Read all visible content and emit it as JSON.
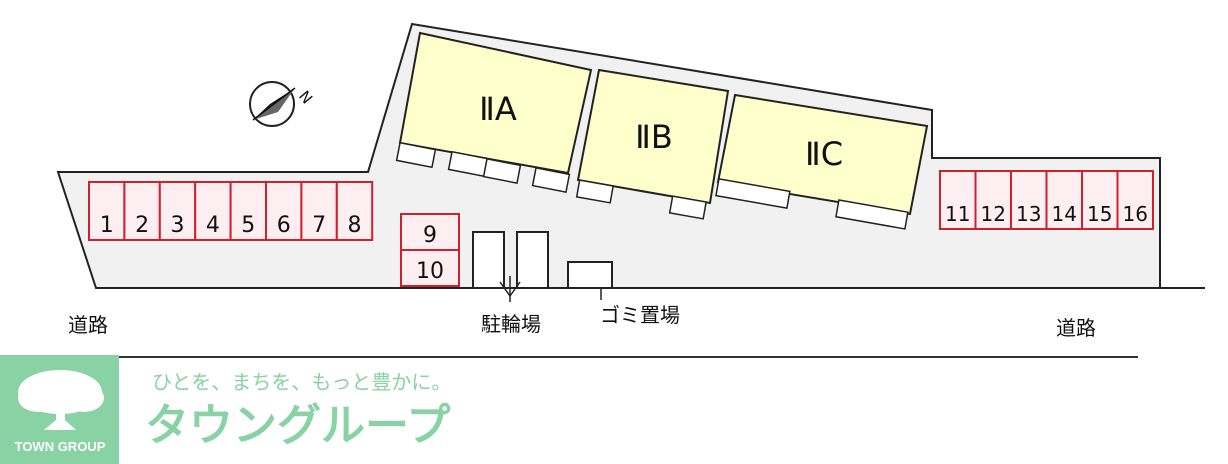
{
  "site": {
    "buildings": [
      {
        "id": "IIA",
        "label": "ⅡA"
      },
      {
        "id": "IIB",
        "label": "ⅡB"
      },
      {
        "id": "IIC",
        "label": "ⅡC"
      }
    ],
    "parking_left": [
      "1",
      "2",
      "3",
      "4",
      "5",
      "6",
      "7",
      "8"
    ],
    "parking_middle": [
      "9",
      "10"
    ],
    "parking_right": [
      "11",
      "12",
      "13",
      "14",
      "15",
      "16"
    ],
    "bicycle_parking": "駐輪場",
    "garbage_area": "ゴミ置場",
    "road_left": "道路",
    "road_right": "道路",
    "compass_letter": "N"
  },
  "watermark": {
    "slogan": "ひとを、まちを、もっと豊かに。",
    "company": "タウングループ",
    "logo_text": "TOWN GROUP"
  },
  "colors": {
    "building_fill": "#ffffcc",
    "parking_fill": "#fdeef2",
    "parking_border": "#d0202e",
    "watermark": "#7fcf9c"
  }
}
